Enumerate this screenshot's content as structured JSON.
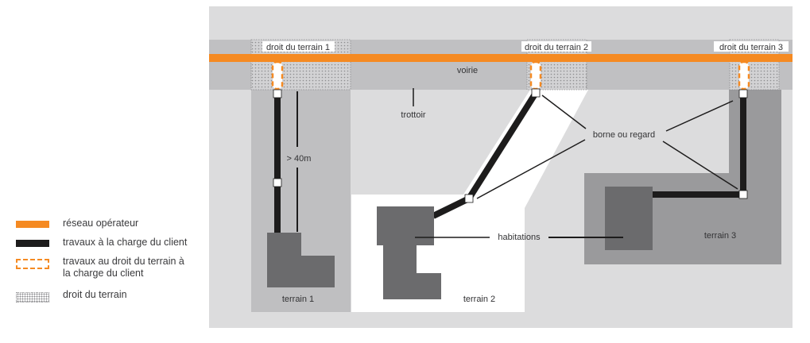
{
  "legend": {
    "items": [
      {
        "key": "reseau-operateur",
        "label": "réseau opérateur",
        "swatch": "orange-solid"
      },
      {
        "key": "travaux-client",
        "label": "travaux à la charge du client",
        "swatch": "black-solid"
      },
      {
        "key": "travaux-droit-terrain",
        "label_line1": "travaux au droit du terrain à",
        "label_line2": "la charge du client",
        "swatch": "orange-dashed"
      },
      {
        "key": "droit-terrain",
        "label": "droit du terrain",
        "swatch": "grey-dotted"
      }
    ]
  },
  "diagram": {
    "road_label": "voirie",
    "sidewalk_label": "trottoir",
    "distance_label": "> 40m",
    "manhole_label": "borne ou regard",
    "houses_label": "habitations",
    "plots": [
      {
        "name": "terrain 1",
        "frontage_label": "droit du terrain 1"
      },
      {
        "name": "terrain 2",
        "frontage_label": "droit du terrain 2"
      },
      {
        "name": "terrain 3",
        "frontage_label": "droit du terrain 3"
      }
    ]
  },
  "colors": {
    "operator_network": "#f58a22",
    "client_works": "#1d1c1c",
    "background": "#dcdcdd",
    "road": "#c0c0c2",
    "terrain1": "#bfbfc1",
    "terrain2": "#ffffff",
    "terrain3": "#9a9a9c",
    "house": "#6b6b6d"
  }
}
